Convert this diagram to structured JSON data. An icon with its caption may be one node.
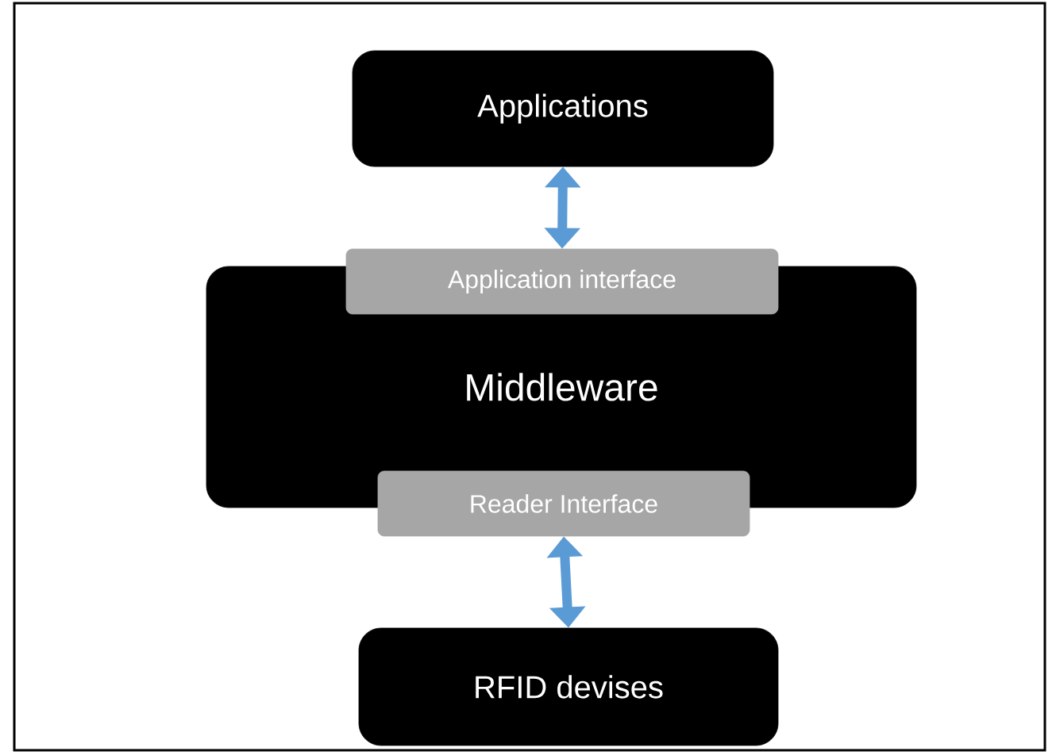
{
  "diagram": {
    "nodes": [
      {
        "text": [
          "Applications"
        ]
      },
      {
        "text": [
          "Middleware"
        ]
      },
      {
        "text": [
          "Application interface"
        ]
      },
      {
        "text": [
          "Reader Interface"
        ]
      },
      {
        "text": [
          "RFID devises"
        ]
      }
    ],
    "edges": [
      {
        "from": 0,
        "to": 2,
        "arrow": "both"
      },
      {
        "from": 3,
        "to": 4,
        "arrow": "both"
      }
    ]
  }
}
